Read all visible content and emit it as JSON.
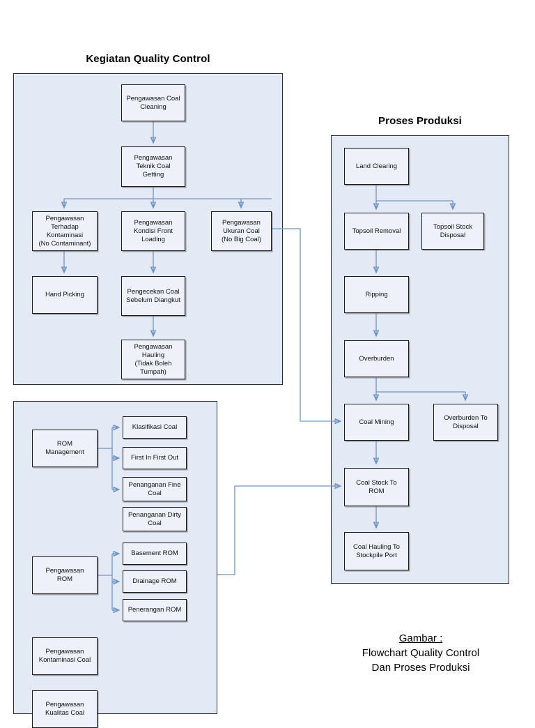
{
  "document": {
    "caption": {
      "label": "Gambar :",
      "line1": "Flowchart Quality Control",
      "line2": "Dan Proses Produksi"
    }
  },
  "colors": {
    "panel_fill": "#e4eaf5",
    "panel_border": "#2b2b2b",
    "node_fill": "#eef1f9",
    "node_border": "#1b1b1b",
    "connector": "#6f93c4",
    "text": "#111111",
    "page_background": "#ffffff"
  },
  "panels": {
    "quality_control": {
      "title": "Kegiatan Quality Control",
      "nodes": {
        "n1": "Pengawasan Coal\nCleaning",
        "n2": "Pengawasan\nTeknik Coal\nGetting",
        "n3": "Pengawasan\nTerhadap\nKontaminasi\n(No Contaminant)",
        "n4": "Pengawasan\nKondisi Front\nLoading",
        "n5": "Pengawasan\nUkuran Coal\n(No Big Coal)",
        "n6": "Hand Picking",
        "n7": "Pengecekan Coal\nSebelum Diangkut",
        "n8": "Pengawasan\nHauling\n(Tidak Boleh\nTumpah)"
      }
    },
    "rom_management": {
      "title": "",
      "nodes": {
        "r1": "ROM\nManagement",
        "r2": "Klasifikasi Coal",
        "r3": "First In First Out",
        "r4": "Penanganan Fine\nCoal",
        "r5": "Penanganan Dirty\nCoal",
        "r6": "Pengawasan\nROM",
        "r7": "Basement ROM",
        "r8": "Drainage ROM",
        "r9": "Penerangan ROM",
        "r10": "Pengawasan\nKontaminasi Coal",
        "r11": "Pengawasan\nKualitas Coal"
      }
    },
    "proses_produksi": {
      "title": "Proses Produksi",
      "nodes": {
        "p1": "Land Clearing",
        "p2": "Topsoil Removal",
        "p3": "Topsoil Stock\nDisposal",
        "p4": "Ripping",
        "p5": "Overburden",
        "p6": "Coal Mining",
        "p7": "Overburden To\nDisposal",
        "p8": "Coal Stock To\nROM",
        "p9": "Coal Hauling To\nStockpile Port"
      }
    }
  }
}
